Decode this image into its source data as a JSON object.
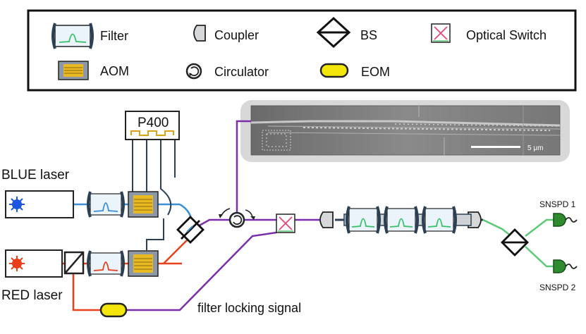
{
  "legend": {
    "filter": "Filter",
    "coupler": "Coupler",
    "bs": "BS",
    "optical_switch": "Optical Switch",
    "aom": "AOM",
    "circulator": "Circulator",
    "eom": "EOM"
  },
  "labels": {
    "p400": "P400",
    "blue_laser": "BLUE laser",
    "red_laser": "RED laser",
    "filter_locking_signal": "filter locking signal",
    "snspd_1": "SNSPD 1",
    "snspd_2": "SNSPD 2",
    "scale_bar": "5 μm"
  },
  "colors": {
    "blue_beam": "#3a8fd6",
    "red_beam": "#e8401c",
    "purple_beam": "#7a2ea8",
    "green_beam": "#5cc977",
    "filter_peak": "#3bbf6a",
    "aom_yellow": "#e8b923",
    "aom_gray": "#8c98a6",
    "eom_yellow": "#f5e60a",
    "switch_pink": "#e8457a",
    "snspd_green": "#2e8b2e",
    "p400_gold": "#d9a316"
  },
  "icons": [
    "filter-icon",
    "coupler-icon",
    "beam-splitter-icon",
    "optical-switch-icon",
    "aom-icon",
    "circulator-icon",
    "eom-icon",
    "laser-icon",
    "detector-icon"
  ]
}
